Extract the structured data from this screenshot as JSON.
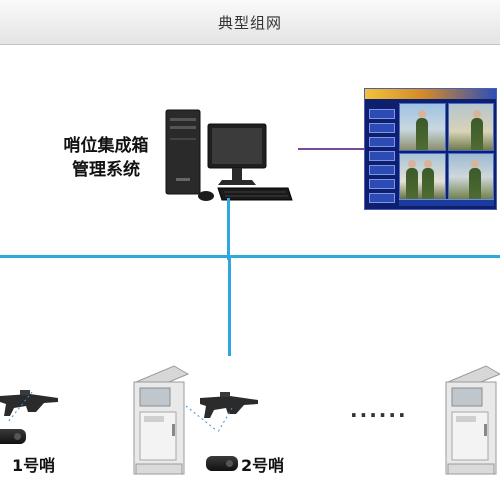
{
  "header": {
    "title": "典型组网"
  },
  "system": {
    "line1": "哨位集成箱",
    "line2": "管理系统"
  },
  "posts": [
    {
      "label": "1号哨"
    },
    {
      "label": "2号哨"
    }
  ],
  "ellipsis": "......",
  "colors": {
    "bus": "#2fa8dd",
    "link": "#7a4a9a",
    "header_bg": "#e4e4e4"
  },
  "icons": [
    "desktop-pc-icon",
    "monitor-screenshot",
    "sentry-cabinet-icon",
    "rifle-icon",
    "id-tag-icon"
  ]
}
